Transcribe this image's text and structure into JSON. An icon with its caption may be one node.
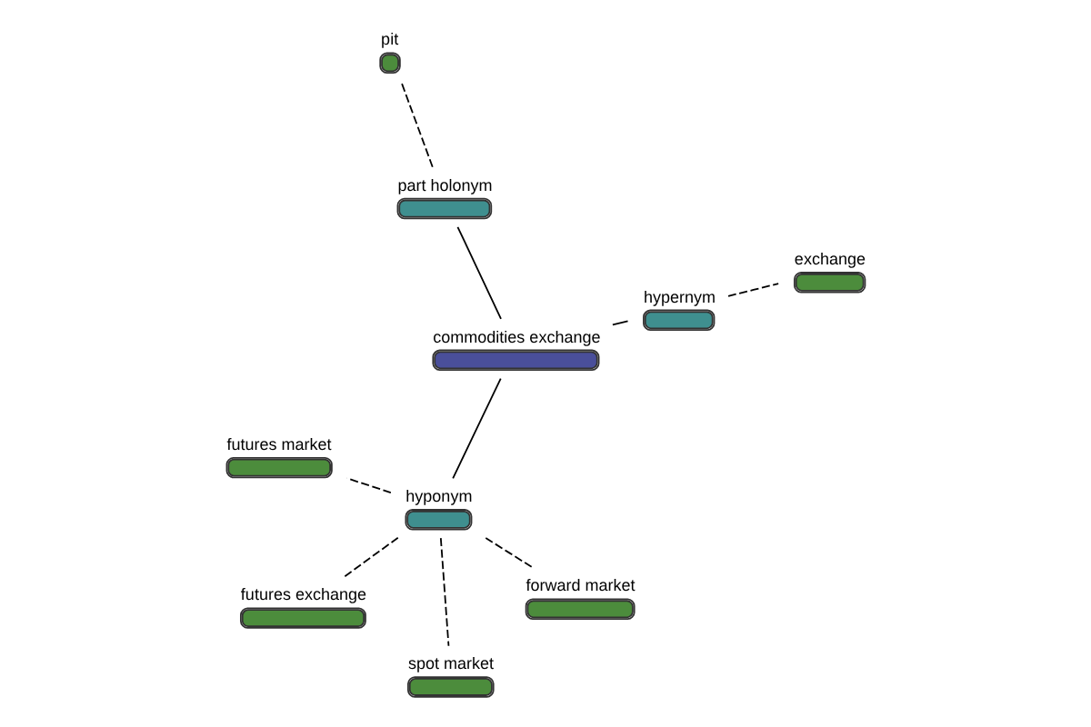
{
  "diagram": {
    "nodes": [
      {
        "text": [
          "commodities exchange"
        ]
      },
      {
        "text": [
          "hypernym"
        ]
      },
      {
        "text": [
          "exchange"
        ]
      },
      {
        "text": [
          "part holonym"
        ]
      },
      {
        "text": [
          "pit"
        ]
      },
      {
        "text": [
          "hyponym"
        ]
      },
      {
        "text": [
          "futures market"
        ]
      },
      {
        "text": [
          "forward market"
        ]
      },
      {
        "text": [
          "futures exchange"
        ]
      },
      {
        "text": [
          "spot market"
        ]
      }
    ],
    "edges": [
      {
        "from": 0,
        "to": 1,
        "arrow": "none"
      },
      {
        "from": 1,
        "to": 2,
        "arrow": "none",
        "style": "dashed"
      },
      {
        "from": 0,
        "to": 3,
        "arrow": "none"
      },
      {
        "from": 3,
        "to": 4,
        "arrow": "none",
        "style": "dashed"
      },
      {
        "from": 0,
        "to": 5,
        "arrow": "none"
      },
      {
        "from": 5,
        "to": 6,
        "arrow": "none",
        "style": "dashed"
      },
      {
        "from": 5,
        "to": 7,
        "arrow": "none",
        "style": "dashed"
      },
      {
        "from": 5,
        "to": 8,
        "arrow": "none",
        "style": "dashed"
      },
      {
        "from": 5,
        "to": 9,
        "arrow": "none",
        "style": "dashed"
      }
    ]
  }
}
